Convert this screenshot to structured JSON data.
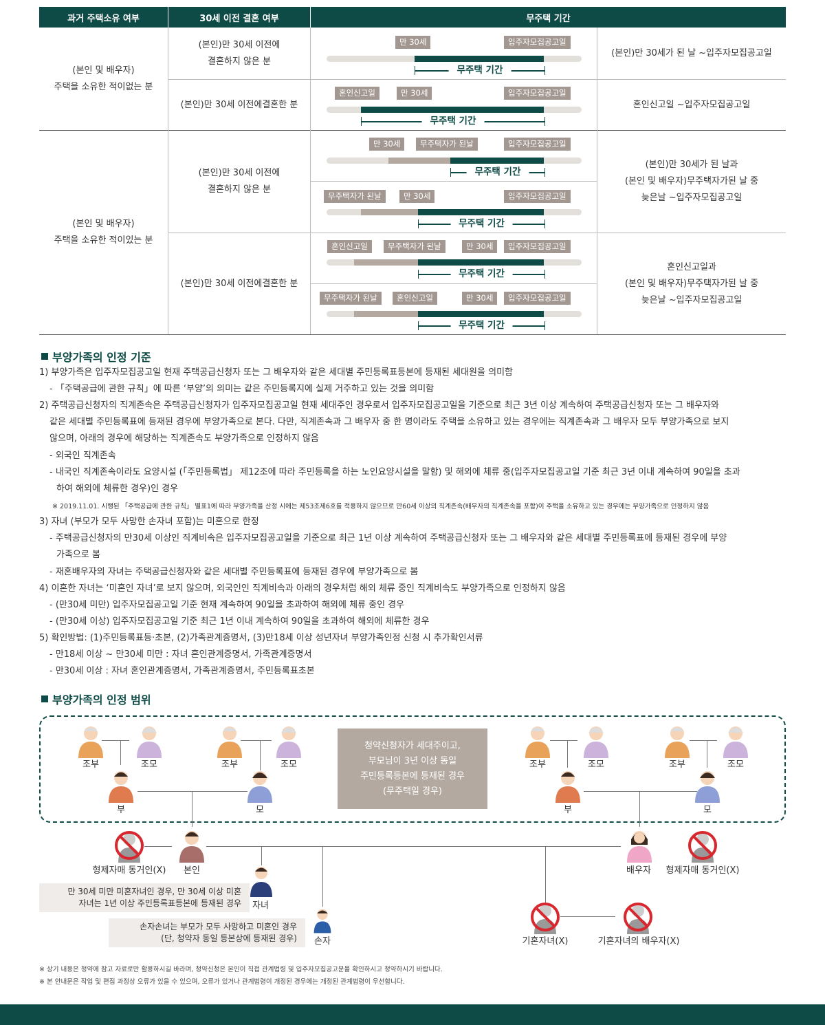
{
  "table": {
    "headers": [
      "과거 주택소유 여부",
      "30세 이전 결혼 여부",
      "무주택 기간"
    ],
    "group1": "(본인 및 배우자)\n주택을 소유한 적이없는 분",
    "group2": "(본인 및 배우자)\n주택을 소유한 적이있는 분",
    "c1_not_married": "(본인)만 30세 이전에\n결혼하지 않은 분",
    "c1_married": "(본인)만 30세 이전에결혼한 분",
    "c2_not_married": "(본인)만 30세 이전에\n결혼하지 않은 분",
    "c2_married": "(본인)만 30세 이전에결혼한 분",
    "r1_period": "(본인)만 30세가 된 날 ~입주자모집공고일",
    "r2_period": "혼인신고일 ~입주자모집공고일",
    "r3_period": "(본인)만 30세가 된 날과\n(본인 및 배우자)무주택자가된 날 중\n늦은날 ~입주자모집공고일",
    "r4_period": "혼인신고일과\n(본인 및 배우자)무주택자가된 날 중\n늦은날 ~입주자모집공고일",
    "tags": {
      "age30": "만 30세",
      "notice": "입주자모집공고일",
      "marriage": "혼인신고일",
      "homeless": "무주택자가 된날",
      "homeless2": "무주택자가 된날"
    },
    "duration_label": "무주택 기간"
  },
  "section1": {
    "title": "부양가족의 인정 기준",
    "lines": [
      "1) 부양가족은 입주자모집공고일 현재 주택공급신청자 또는 그 배우자와 같은 세대별 주민등록표등본에 등재된 세대원을 의미함",
      "- 「주택공급에 관한 규칙」에 따른 ‘부양’의 의미는 같은 주민등록지에 실제 거주하고 있는 것을 의미함",
      "2) 주택공급신청자의 직계존속은 주택공급신청자가 입주자모집공고일 현재 세대주인 경우로서 입주자모집공고일을 기준으로 최근 3년 이상 계속하여 주택공급신청자 또는 그 배우자와",
      "같은 세대별 주민등록표에 등재된 경우에 부양가족으로 본다. 다만, 직계존속과 그 배우자 중 한 명이라도 주택을 소유하고 있는 경우에는 직계존속과 그 배우자 모두 부양가족으로 보지",
      "않으며, 아래의 경우에 해당하는 직계존속도 부양가족으로 인정하지 않음",
      "- 외국인 직계존속",
      "- 내국인 직계존속이라도 요양시설 (「주민등록법」 제12조에 따라 주민등록을 하는 노인요양시설을 말함) 및 해외에 체류 중(입주자모집공고일 기준 최근 3년 이내 계속하여 90일을 초과",
      "하여 해외에 체류한 경우)인 경우",
      "※ 2019.11.01. 시행된 「주택공급에 관한 규칙」 별표1에 따라 부양가족을 산정 시에는 제53조제6호를 적용하지 않으므로 만60세 이상의 직계존속(배우자의 직계존속을 포함)이 주택을 소유하고 있는 경우에는 부양가족으로 인정하지 않음",
      "3) 자녀 (부모가 모두 사망한 손자녀 포함)는 미혼으로 한정",
      "- 주택공급신청자의 만30세 이상인 직계비속은 입주자모집공고일을 기준으로 최근 1년 이상 계속하여 주택공급신청자 또는 그 배우자와 같은 세대별 주민등록표에 등재된 경우에 부양",
      "가족으로 봄",
      "- 재혼배우자의 자녀는 주택공급신청자와 같은 세대별 주민등록표에 등재된 경우에 부양가족으로 봄",
      "4) 이혼한 자녀는 ‘미혼인 자녀’로 보지 않으며, 외국인인 직계비속과 아래의 경우처럼 해외 체류 중인 직계비속도 부양가족으로 인정하지 않음",
      "- (만30세 미만) 입주자모집공고일 기준 현재 계속하여 90일을 초과하여 해외에 체류 중인 경우",
      "- (만30세 이상) 입주자모집공고일 기준 최근 1년 이내 계속하여 90일을 초과하여 해외에 체류한 경우",
      "5) 확인방법: (1)주민등록표등·초본, (2)가족관계증명서, (3)만18세 이상 성년자녀 부양가족인정 신청 시 추가확인서류",
      "- 만18세 이상 ~ 만30세 미만 : 자녀 혼인관계증명서, 가족관계증명서",
      "- 만30세 이상 : 자녀 혼인관계증명서, 가족관계증명서, 주민등록표초본"
    ]
  },
  "section2": {
    "title": "부양가족의 인정 범위",
    "center_note": "청약신청자가 세대주이고,\n부모님이 3년 이상 동일\n주민등록등본에 등재된 경우\n(무주택일 경우)",
    "grandfather": "조부",
    "grandmother": "조모",
    "father": "부",
    "mother": "모",
    "sibling_x": "형제자매 동거인(X)",
    "self": "본인",
    "spouse": "배우자",
    "spouse_sibling_x": "형제자매 동거인(X)",
    "child": "자녀",
    "grandchild": "손자",
    "married_child_x": "기혼자녀(X)",
    "married_child_spouse_x": "기혼자녀의 배우자(X)",
    "child_note": "만 30세 미만 미혼자녀인 경우, 만 30세 이상 미혼\n자녀는 1년 이상 주민등록표등본에 등재된 경우",
    "grandchild_note": "손자손녀는 부모가 모두 사망하고 미혼인 경우\n(단, 청약자 동일 등본상에 등재된 경우)"
  },
  "footnotes": [
    "※ 상기 내용은 청약에 참고 자료로만 활용하시길 바라며, 청약신청은 본인이 직접 관계법령 및 입주자모집공고문을 확인하시고 청약하시기 바랍니다.",
    "※ 본 안내문은 작업 및 편집 과정상 오류가 있을 수 있으며, 오류가 있거나 관계법령이 개정된 경우에는 개정된 관계법령이 우선합니다."
  ],
  "colors": {
    "primary": "#0e4b47",
    "tag": "#a39791",
    "bar_gray": "#b3a9a1",
    "bar_light": "#e3e0dc",
    "note_bg": "#efecea",
    "forbid": "#d7282f"
  }
}
